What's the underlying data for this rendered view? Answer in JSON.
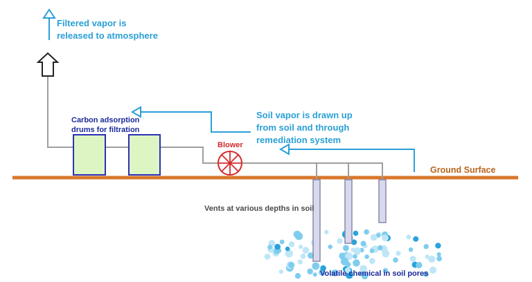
{
  "labels": {
    "released": [
      "Filtered vapor is",
      "released to atmosphere"
    ],
    "drawn_up": [
      "Soil vapor is drawn up",
      "from soil and through",
      "remediation system"
    ],
    "carbon_drums": [
      "Carbon adsorption",
      "drums for filtration"
    ],
    "blower": "Blower",
    "ground_surface": "Ground Surface",
    "vents": "Vents at various depths in soil",
    "volatile": "Volatile chemical in soil pores"
  },
  "colors": {
    "ground": "#d9772b",
    "pipe": "#9e9e9e",
    "flow_arrow": "#2a9fd6",
    "drum_fill": "#dcf5c3",
    "drum_border": "#2b2fb6",
    "blower": "#d42a2a",
    "vent_fill": "#d9d9ee",
    "vent_border": "#8888aa",
    "bubble_light": "#bfe6f7",
    "bubble_mid": "#7fcdee",
    "bubble_dark": "#2aa3dc",
    "exhaust_arrow": "#222222"
  },
  "icons": [
    "up-arrow-icon",
    "exhaust-arrow-icon",
    "blower-icon"
  ]
}
